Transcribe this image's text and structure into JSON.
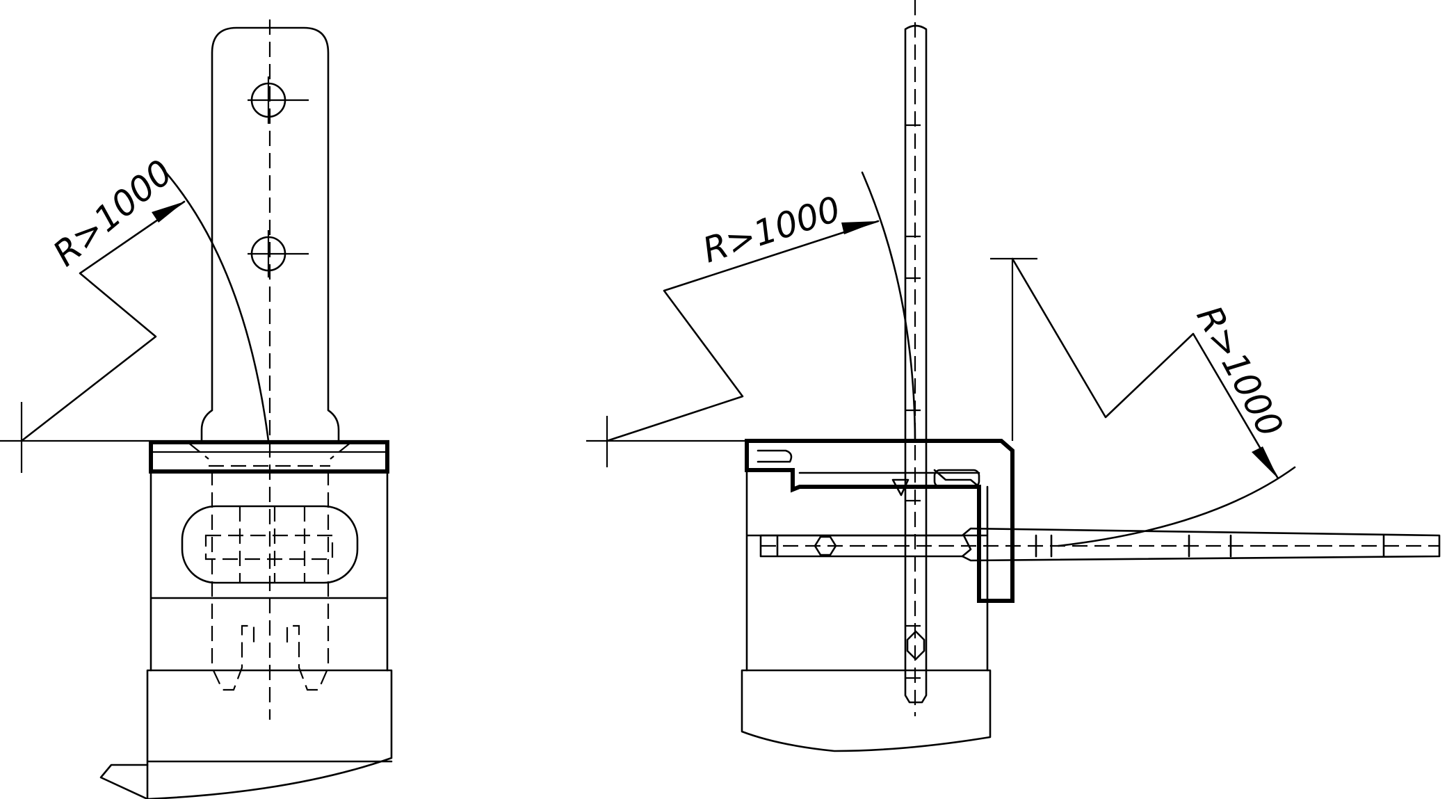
{
  "annotations": {
    "radius_left": "R>1000",
    "radius_middle": "R>1000",
    "radius_right": "R>1000"
  }
}
